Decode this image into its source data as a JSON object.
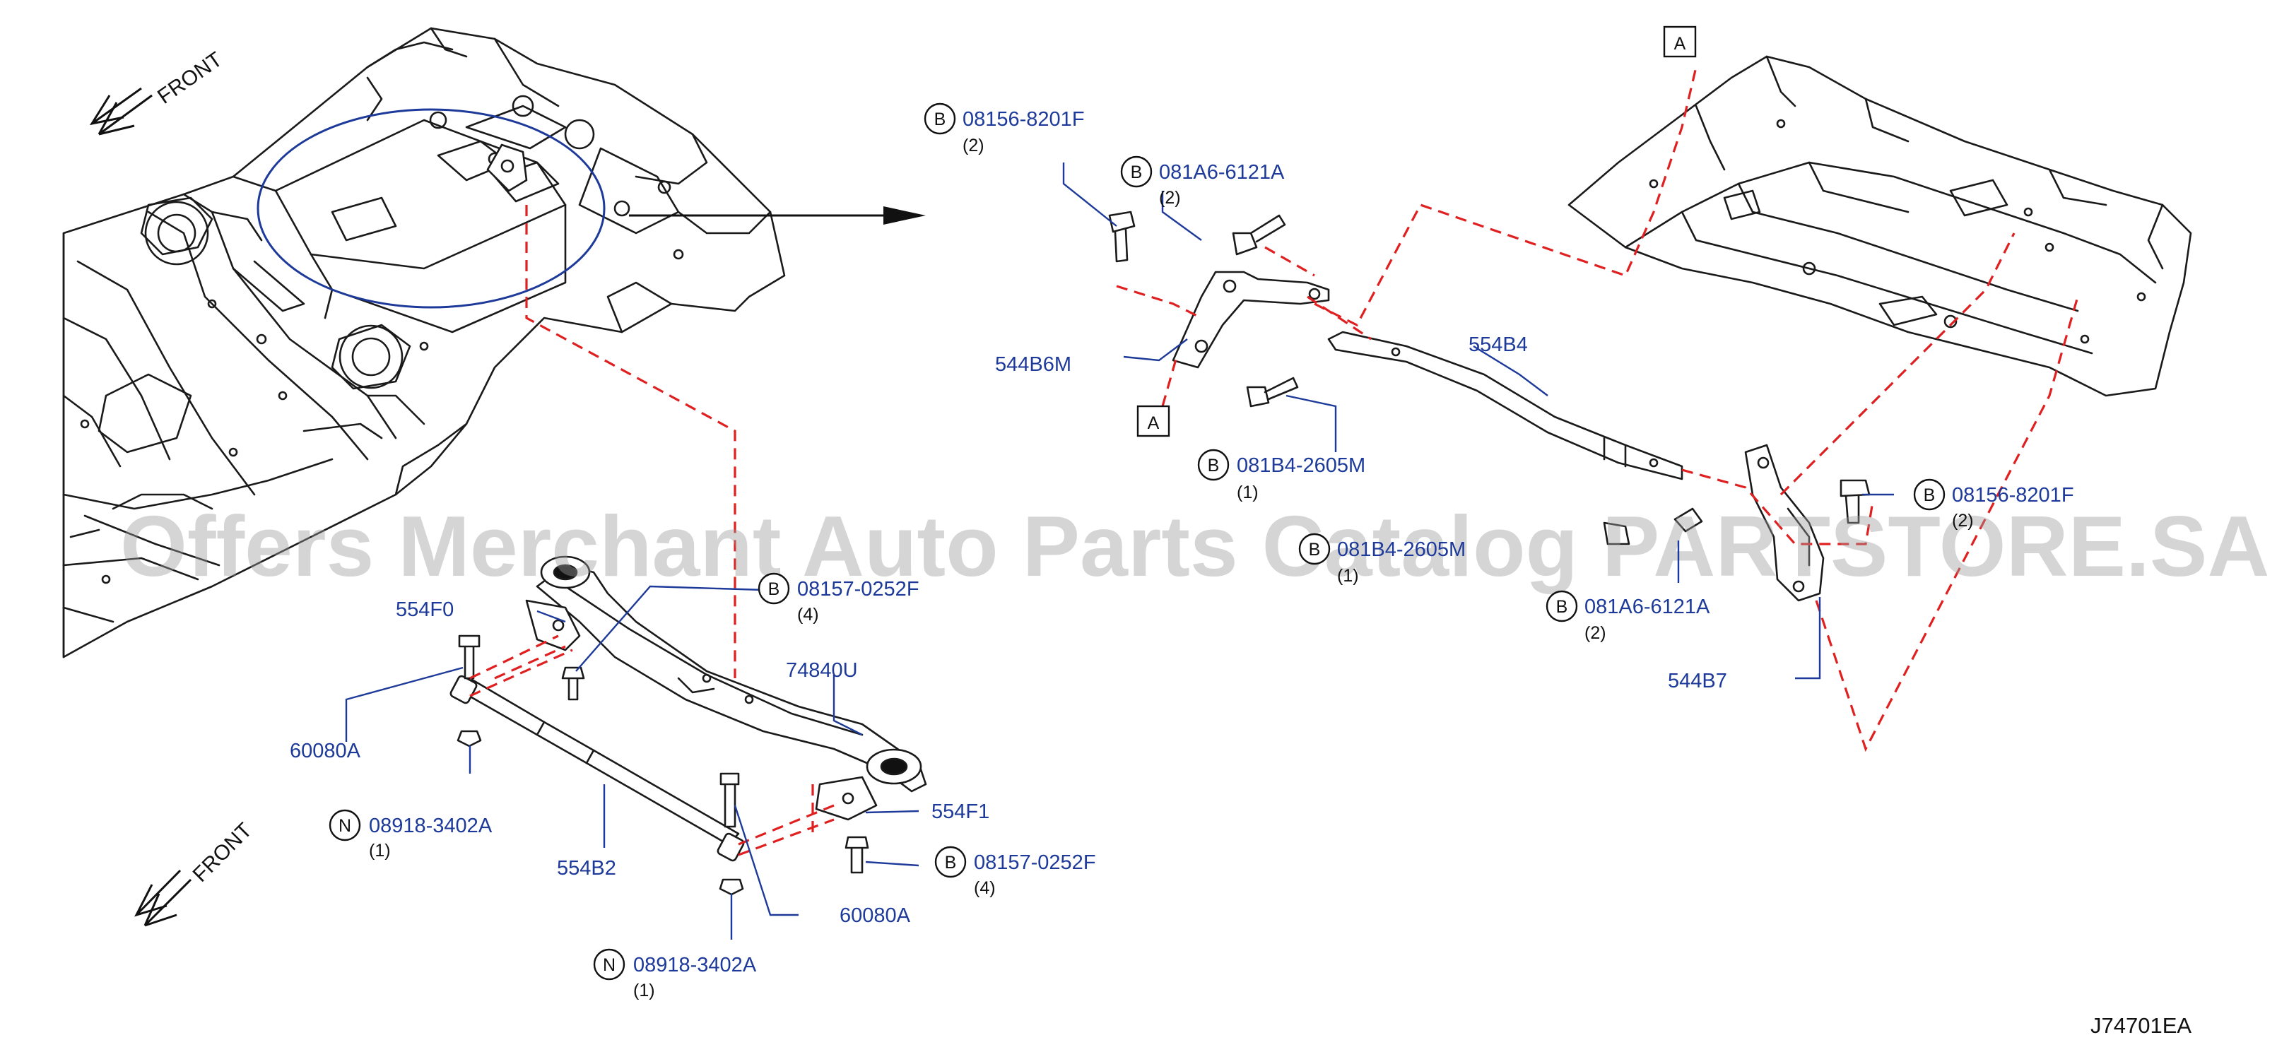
{
  "diagram_code": "J74701EA",
  "watermark": "Offers Merchant Auto Parts Catalog PARTSTORE.SA",
  "front_label": "FRONT",
  "colors": {
    "part_label": "#1d3a9a",
    "hidden_line": "#e02020",
    "ink": "#1a1a1a"
  },
  "view_markers": {
    "a_top": "A",
    "a_bracket": "A"
  },
  "callouts": {
    "b_08156_8201f_upper": {
      "letter": "B",
      "part": "08156-8201F",
      "qty": "(2)"
    },
    "b_081a6_6121a_upper": {
      "letter": "B",
      "part": "081A6-6121A",
      "qty": "(2)"
    },
    "b_081b4_2605m_upper": {
      "letter": "B",
      "part": "081B4-2605M",
      "qty": "(1)"
    },
    "b_08156_8201f_right": {
      "letter": "B",
      "part": "08156-8201F",
      "qty": "(2)"
    },
    "b_081b4_2605m_lower": {
      "letter": "B",
      "part": "081B4-2605M",
      "qty": "(1)"
    },
    "b_081a6_6121a_lower": {
      "letter": "B",
      "part": "081A6-6121A",
      "qty": "(2)"
    },
    "b_08157_0252f_top": {
      "letter": "B",
      "part": "08157-0252F",
      "qty": "(4)"
    },
    "b_08157_0252f_bottom": {
      "letter": "B",
      "part": "08157-0252F",
      "qty": "(4)"
    },
    "n_08918_3402a_left": {
      "letter": "N",
      "part": "08918-3402A",
      "qty": "(1)"
    },
    "n_08918_3402a_bottom": {
      "letter": "N",
      "part": "08918-3402A",
      "qty": "(1)"
    }
  },
  "part_labels": {
    "p544b6m": "544B6M",
    "p554b4": "554B4",
    "p544b7": "544B7",
    "p554f0": "554F0",
    "p60080a_left": "60080A",
    "p74840u": "74840U",
    "p554f1": "554F1",
    "p554b2": "554B2",
    "p60080a_right": "60080A"
  }
}
